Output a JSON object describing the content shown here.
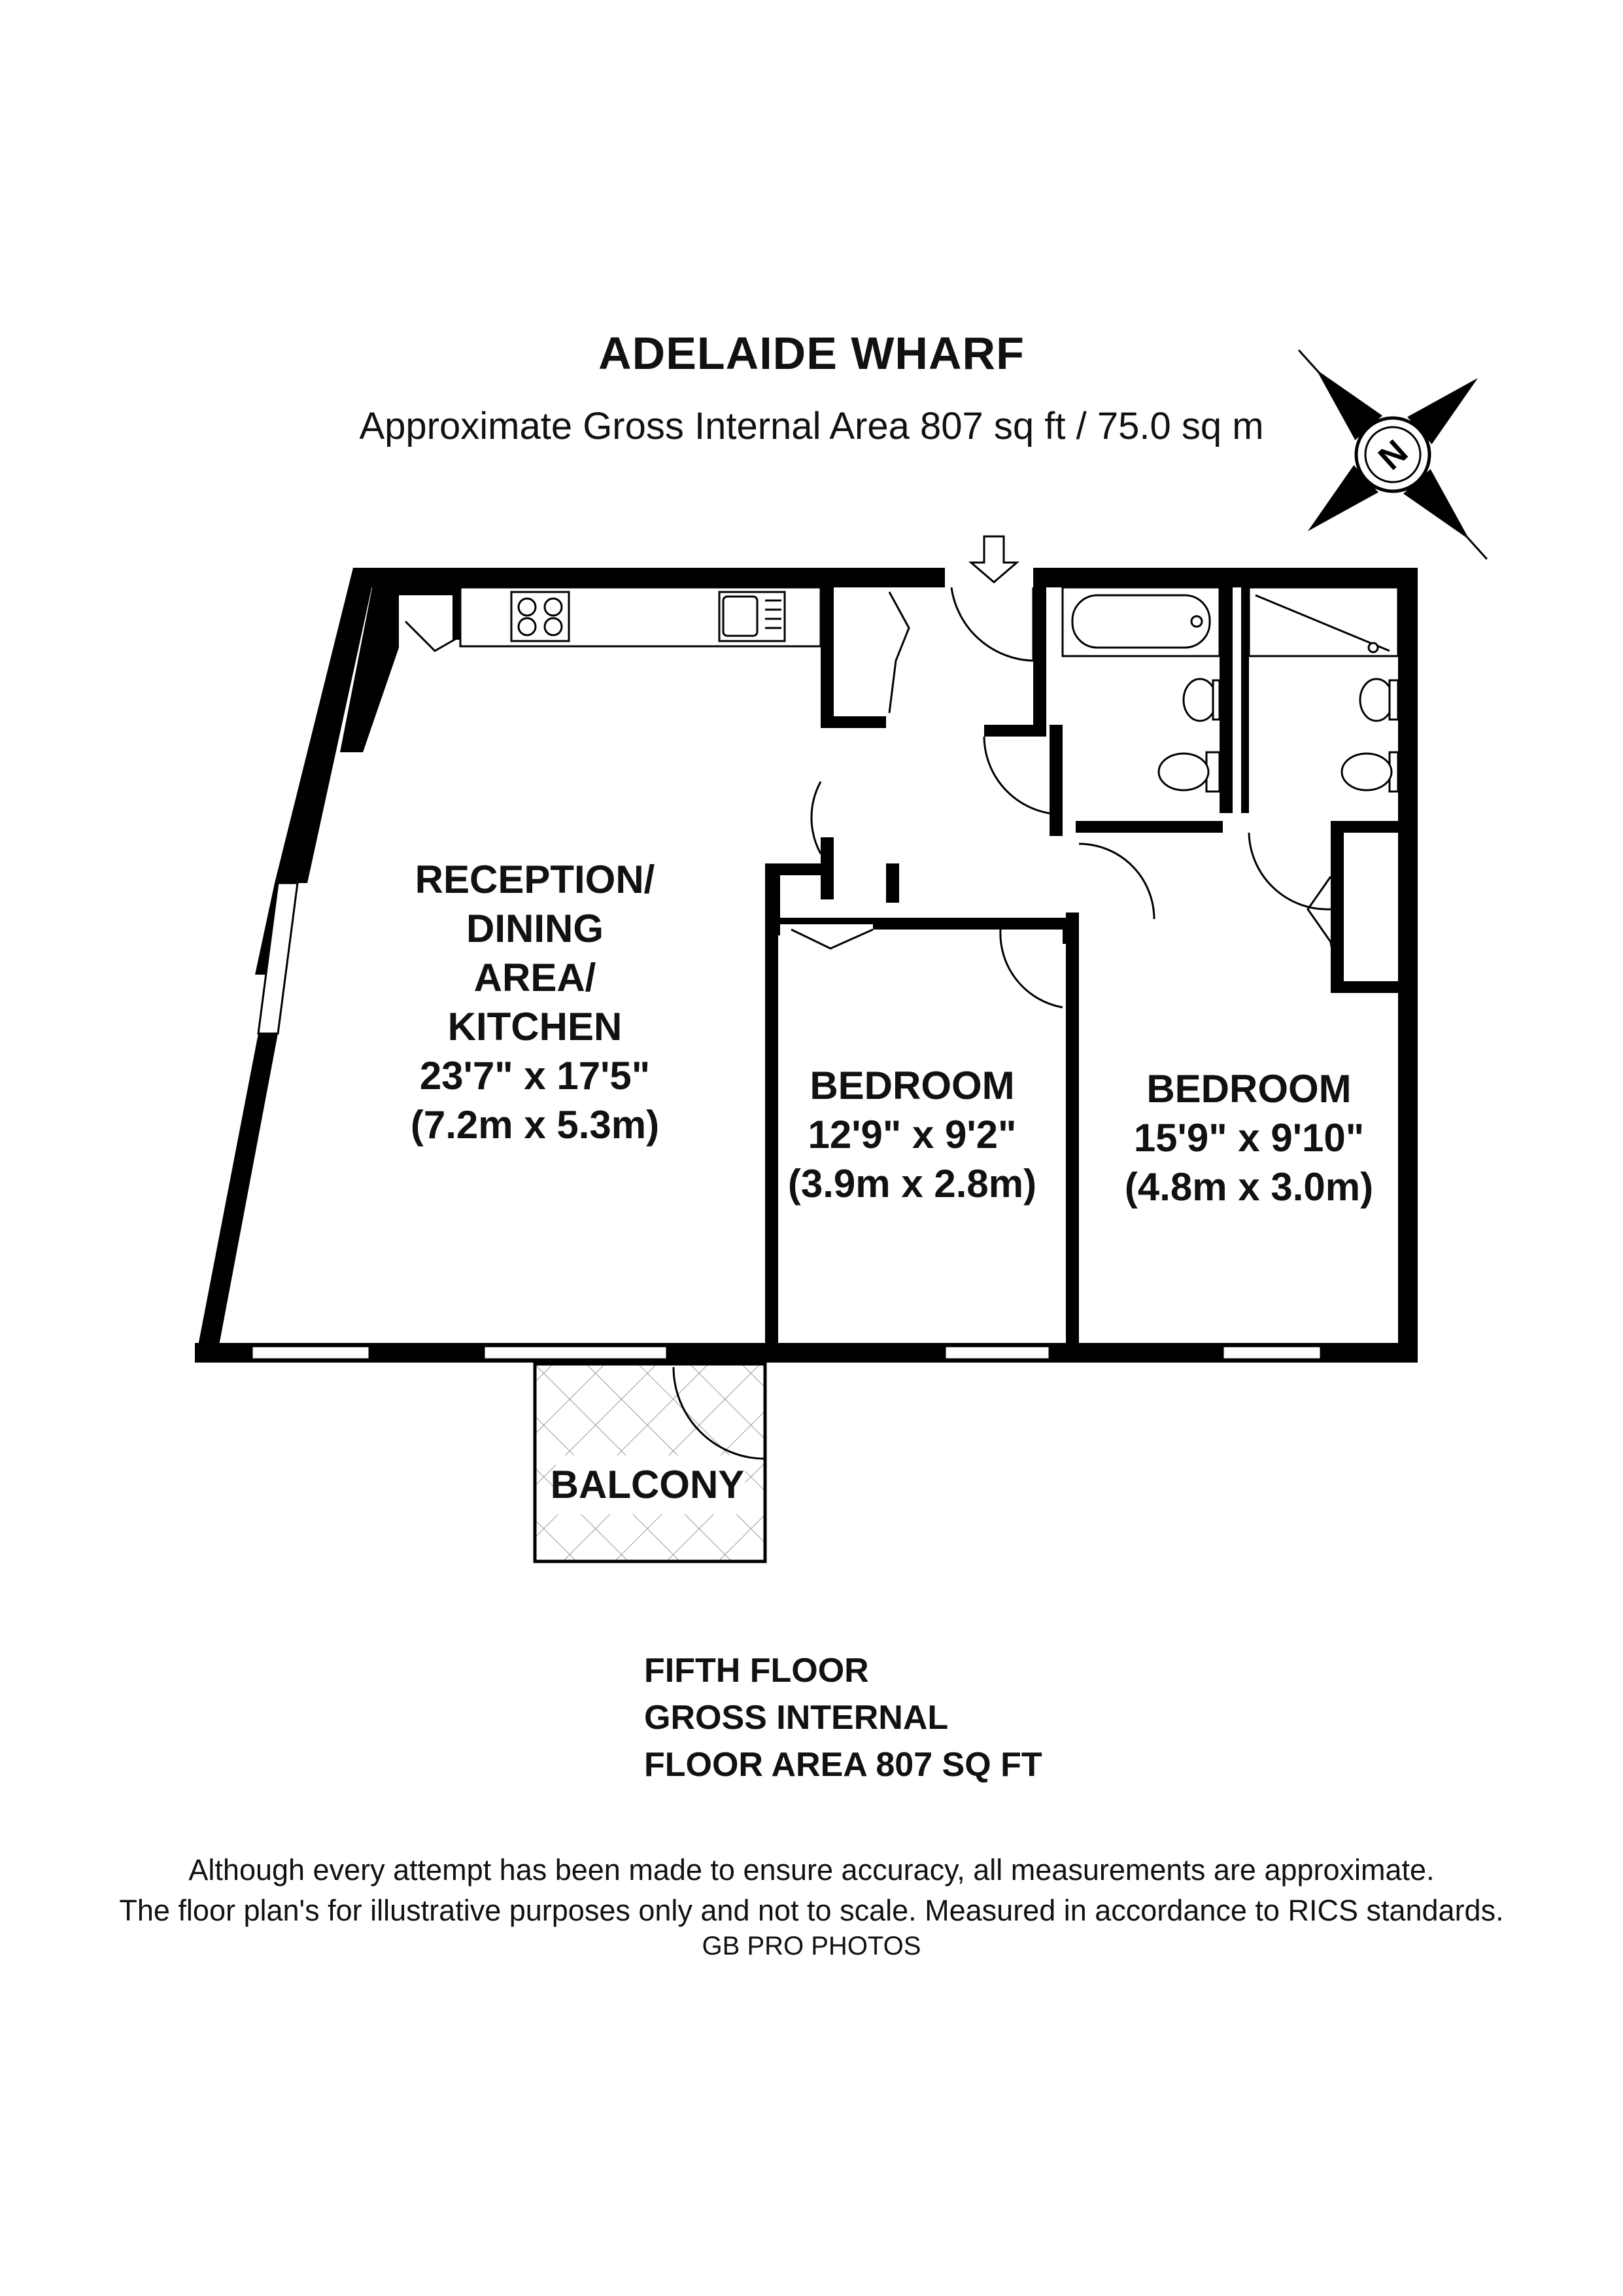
{
  "header": {
    "title": "ADELAIDE WHARF",
    "subtitle": "Approximate Gross Internal Area 807 sq ft / 75.0 sq m"
  },
  "compass": {
    "label": "N",
    "icon": "compass-icon"
  },
  "rooms": {
    "reception": {
      "l1": "RECEPTION/",
      "l2": "DINING",
      "l3": "AREA/",
      "l4": "KITCHEN",
      "imperial": "23'7\" x 17'5\"",
      "metric": "(7.2m x 5.3m)"
    },
    "bedroom1": {
      "name": "BEDROOM",
      "imperial": "12'9\" x 9'2\"",
      "metric": "(3.9m x 2.8m)"
    },
    "bedroom2": {
      "name": "BEDROOM",
      "imperial": "15'9\" x 9'10\"",
      "metric": "(4.8m x 3.0m)"
    },
    "balcony": {
      "name": "BALCONY"
    }
  },
  "floor_info": {
    "line1": "FIFTH FLOOR",
    "line2": "GROSS INTERNAL",
    "line3": "FLOOR AREA 807 SQ FT"
  },
  "footer": {
    "disclaimer1": "Although every attempt has been made to ensure accuracy, all measurements are approximate.",
    "disclaimer2": "The floor plan's for illustrative purposes only and not to scale. Measured in accordance to RICS standards.",
    "credit": "GB PRO PHOTOS"
  },
  "colors": {
    "wall": "#000000",
    "window": "#ffffff",
    "background": "#ffffff"
  }
}
